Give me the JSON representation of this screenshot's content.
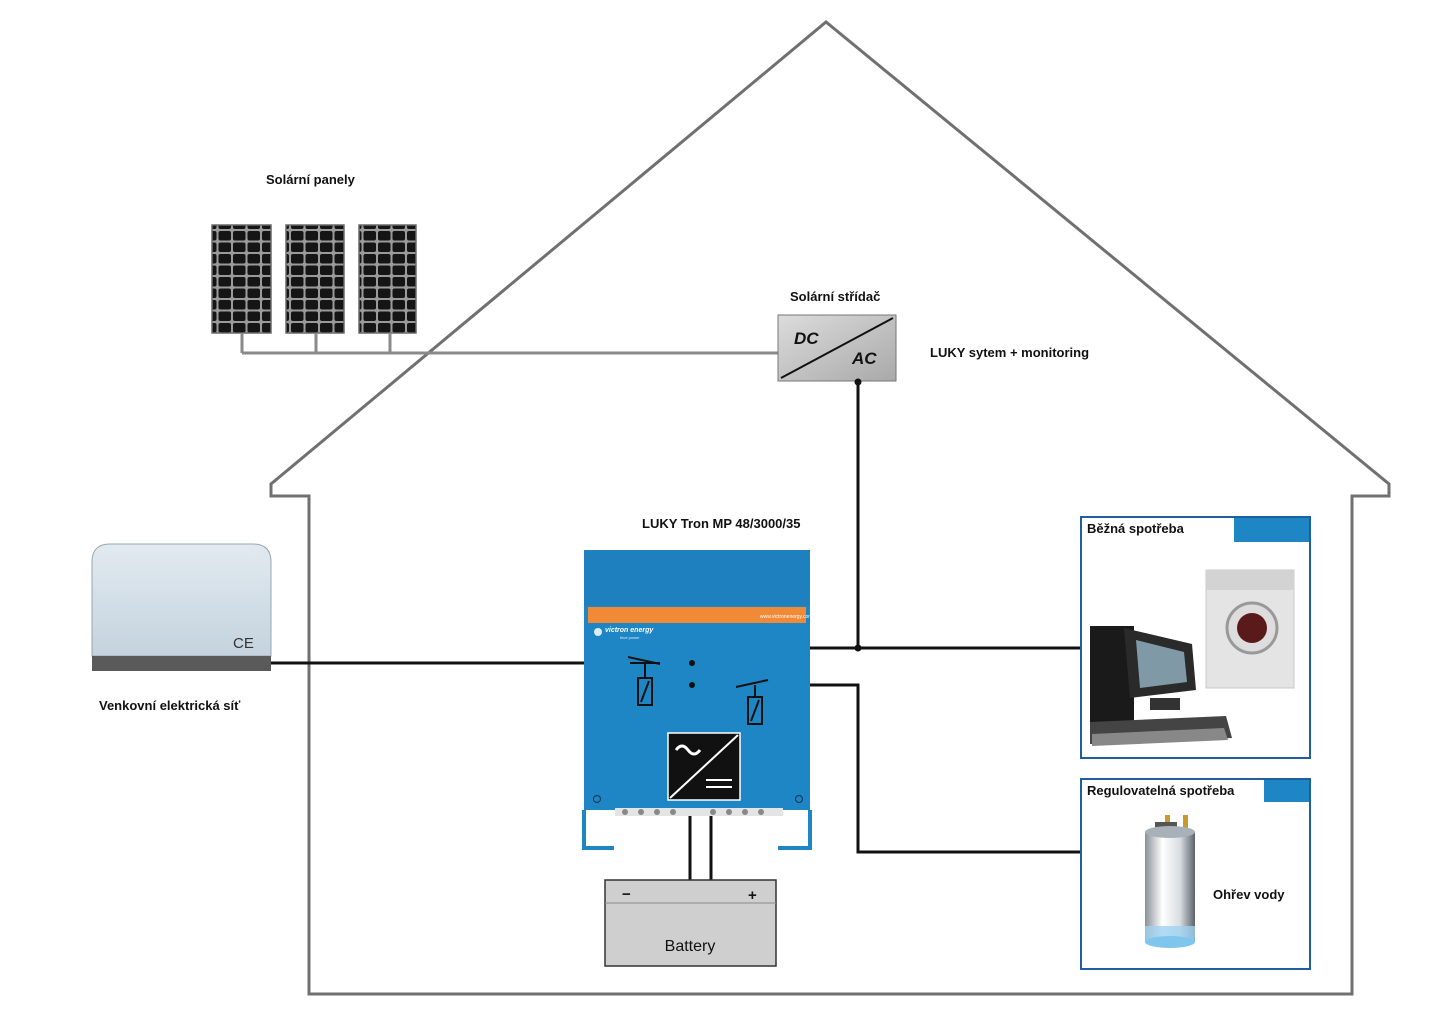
{
  "labels": {
    "solar_panels": "Solární panely",
    "solar_inverter": "Solární střídač",
    "system": "LUKY sytem + monitoring",
    "inverter_model": "LUKY Tron MP 48/3000/35",
    "grid": "Venkovní elektrická síť",
    "common_load": "Běžná spotřeba",
    "controllable_load": "Regulovatelná spotřeba",
    "water_heating": "Ohřev vody",
    "battery": "Battery"
  },
  "marks": {
    "dc": "DC",
    "ac": "AC",
    "ce": "CE",
    "battery_minus": "−",
    "battery_plus": "+",
    "brand": "victron energy",
    "brand_tag": "blue power",
    "brand_url": "www.victronenergy.com"
  },
  "colors": {
    "house_outline": "#707070",
    "wire": "#111111",
    "victron_blue": "#1f86c6",
    "victron_dark_blue": "#1569a8",
    "victron_orange": "#f08a36",
    "box_border": "#1f5f9c",
    "tab_blue": "#1f86c6",
    "meter_body": "#cfdce6",
    "meter_base": "#5a5a5a",
    "inverter_gray": "#c8c8c8",
    "battery_gray": "#cfcfcf"
  }
}
